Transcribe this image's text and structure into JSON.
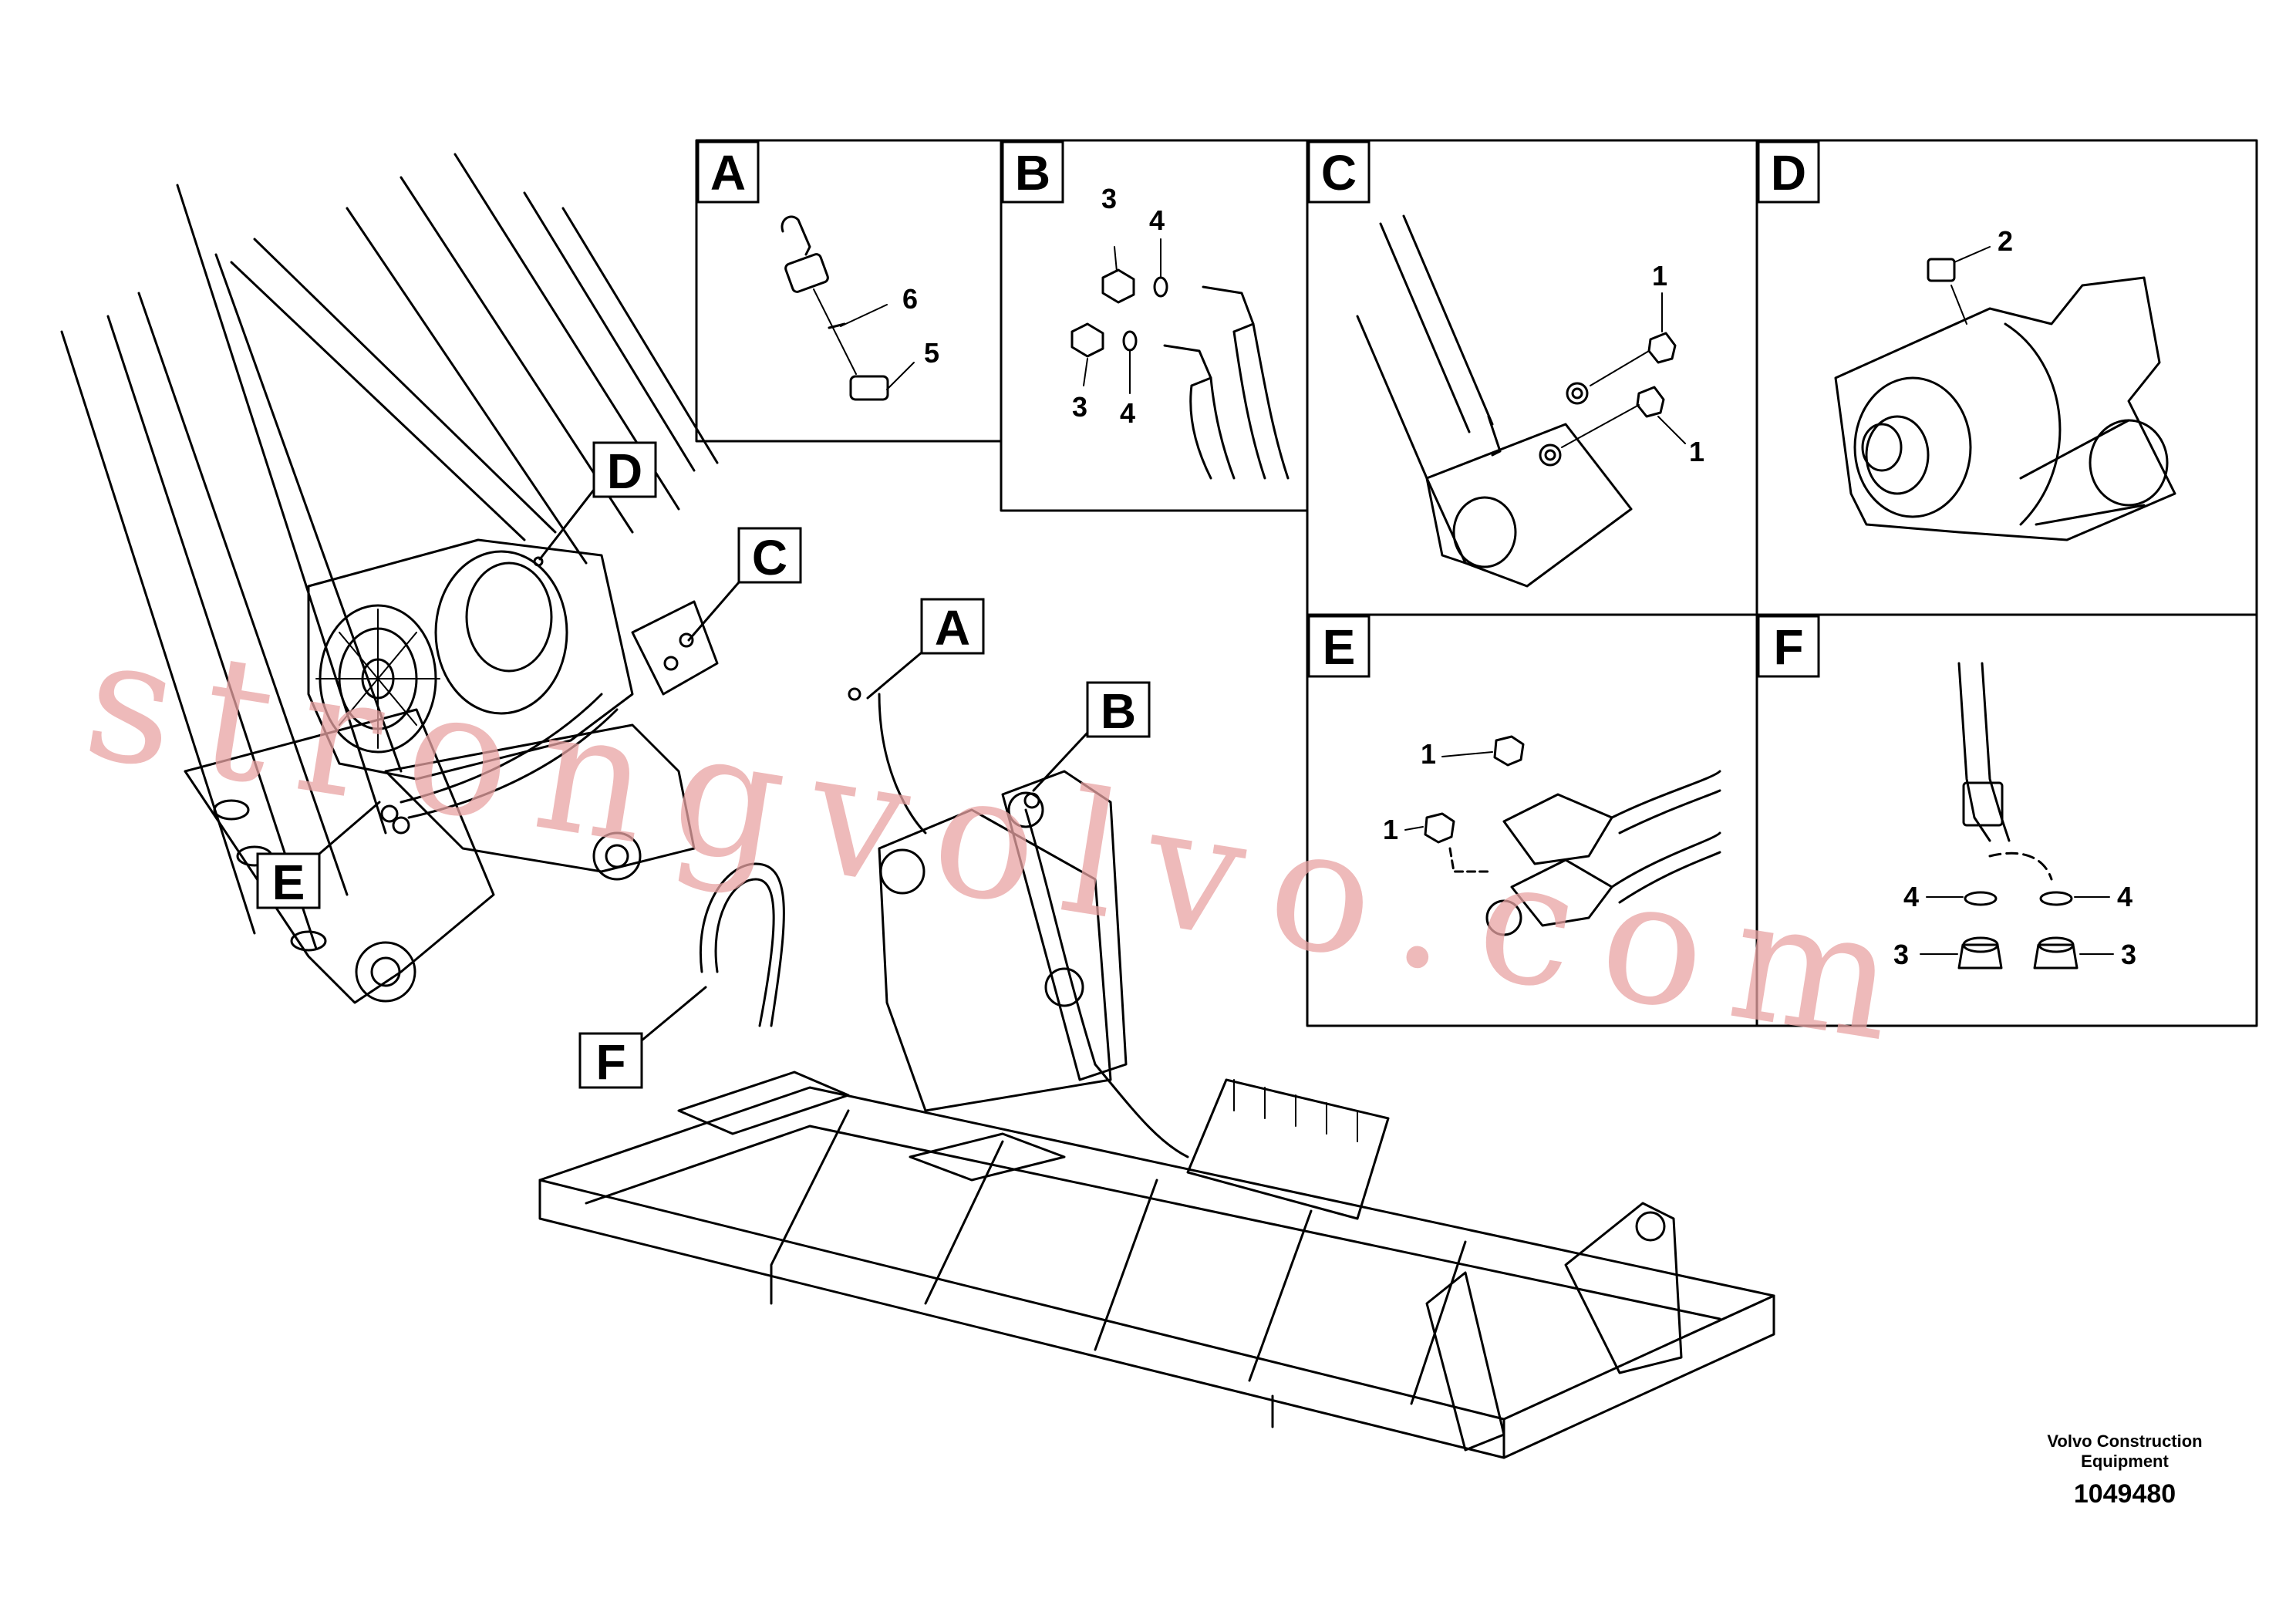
{
  "callouts": {
    "A": "A",
    "B": "B",
    "C": "C",
    "D": "D",
    "E": "E",
    "F": "F"
  },
  "panels": {
    "A": {
      "letter": "A",
      "parts": [
        "6",
        "5"
      ]
    },
    "B": {
      "letter": "B",
      "parts": [
        "3",
        "4",
        "3",
        "4"
      ]
    },
    "C": {
      "letter": "C",
      "parts": [
        "1",
        "1"
      ]
    },
    "D": {
      "letter": "D",
      "parts": [
        "2"
      ]
    },
    "E": {
      "letter": "E",
      "parts": [
        "1",
        "1"
      ]
    },
    "F": {
      "letter": "F",
      "parts": [
        "4",
        "4",
        "3",
        "3"
      ]
    }
  },
  "footer": {
    "company_line1": "Volvo Construction",
    "company_line2": "Equipment",
    "drawing_number": "1049480"
  },
  "watermark": "strongvolvo.com",
  "colors": {
    "line": "#000000",
    "watermark": "#e8a3a3",
    "background": "#ffffff"
  }
}
